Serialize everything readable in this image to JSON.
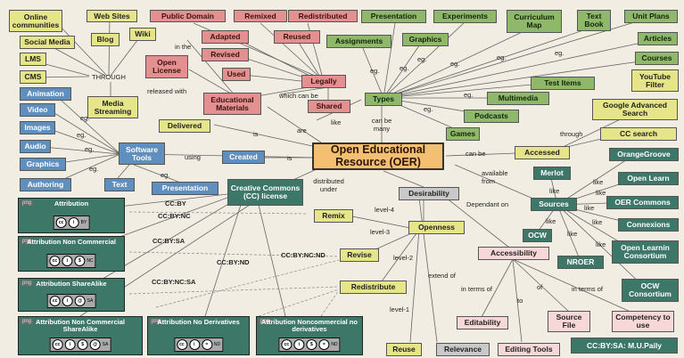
{
  "center": "Open Educational Resource (OER)",
  "nodes": {
    "online_communities": "Online communities",
    "web_sites": "Web Sites",
    "public_domain": "Public Domain",
    "remixed": "Remixed",
    "redistributed": "Redistributed",
    "presentation_top": "Presentation",
    "experiments": "Experiments",
    "curriculum_map": "Curriculum Map",
    "text_book": "Text Book",
    "unit_plans": "Unit Plans",
    "social_media": "Social Media",
    "blog": "Blog",
    "wiki": "Wiki",
    "adapted": "Adapted",
    "reused": "Reused",
    "assignments": "Assignments",
    "graphics_top": "Graphics",
    "articles": "Articles",
    "lms": "LMS",
    "revised": "Revised",
    "open_license": "Open License",
    "courses": "Courses",
    "cms": "CMS",
    "used": "Used",
    "legally": "Legally",
    "youtube_filter": "YouTube Filter",
    "test_items": "Test Items",
    "animation": "Animation",
    "media_streaming": "Media Streaming",
    "educational_materials": "Educational Materials",
    "types": "Types",
    "multimedia": "Multimedia",
    "google_advanced_search": "Google Advanced Search",
    "video": "Video",
    "shared": "Shared",
    "podcasts": "Podcasts",
    "images": "Images",
    "delivered": "Delivered",
    "cc_search": "CC search",
    "games": "Games",
    "audio": "Audio",
    "software_tools": "Software Tools",
    "created": "Created",
    "accessed": "Accessed",
    "orangegroove": "OrangeGroove",
    "graphics_left": "Graphics",
    "merlot": "Merlot",
    "open_learn": "Open Learn",
    "authoring": "Authoring",
    "text": "Text",
    "presentation_left": "Presentation",
    "cc_license": "Creative Commons (CC) license",
    "desirability": "Desirability",
    "sources": "Sources",
    "oer_commons": "OER Commons",
    "remix": "Remix",
    "openness": "Openness",
    "connexions": "Connexions",
    "ocw": "OCW",
    "revise": "Revise",
    "accessibility": "Accessibility",
    "open_learning_consortium": "Open Learnin Consortium",
    "nroer": "NROER",
    "redistribute": "Redistribute",
    "ocw_consortium": "OCW Consortium",
    "editability": "Editability",
    "source_file": "Source File",
    "competency": "Competency to use",
    "reuse": "Reuse",
    "relevance": "Relevance",
    "editing_tools": "Editing Tools",
    "credit": "CC:BY:SA: M.U.Paily"
  },
  "labels": {
    "through": "THROUGH",
    "in_the": "in the",
    "released_with": "released with",
    "which_can_be": "which can be",
    "like_legally": "like",
    "can_be_many": "can be many",
    "eg": "eg.",
    "are": "are",
    "is_delivered": "is",
    "is_created": "is",
    "using": "using",
    "can_be": "can be",
    "through_acc": "through",
    "available_from": "available from",
    "like": "like",
    "distributed_under": "distributed under",
    "dependant_on": "Dependant on",
    "level_4": "level-4",
    "level_3": "level-3",
    "level_2": "level-2",
    "level_1": "level-1",
    "extend_of": "extend of",
    "in_terms_of": "in terms of",
    "to": "to",
    "of": "of",
    "cc_by": "CC:BY",
    "cc_by_nc": "CC:BY:NC",
    "cc_by_sa": "CC:BY:SA",
    "cc_by_nd": "CC:BY:ND",
    "cc_by_nc_nd": "CC:BY:NC:ND",
    "cc_by_nc_sa": "CC:BY:NC:SA"
  },
  "badges": {
    "png": "png",
    "b1": "Attribution",
    "b2": "Attribution Non Commercial",
    "b3": "Attribution ShareAlike",
    "b4": "Attribution Non Commercial ShareAlike",
    "b5": "Attribution No Derivatives",
    "b6": "Attribution Noncommercial no derivatives",
    "cc": "cc",
    "by": "BY",
    "nc": "NC",
    "sa": "SA",
    "nd": "ND"
  },
  "colors": {
    "yellow": "#e6e58a",
    "green": "#8fb86a",
    "blue": "#5f8fbf",
    "pink": "#e59090",
    "teal": "#3c7768",
    "center": "#f4bf72"
  }
}
